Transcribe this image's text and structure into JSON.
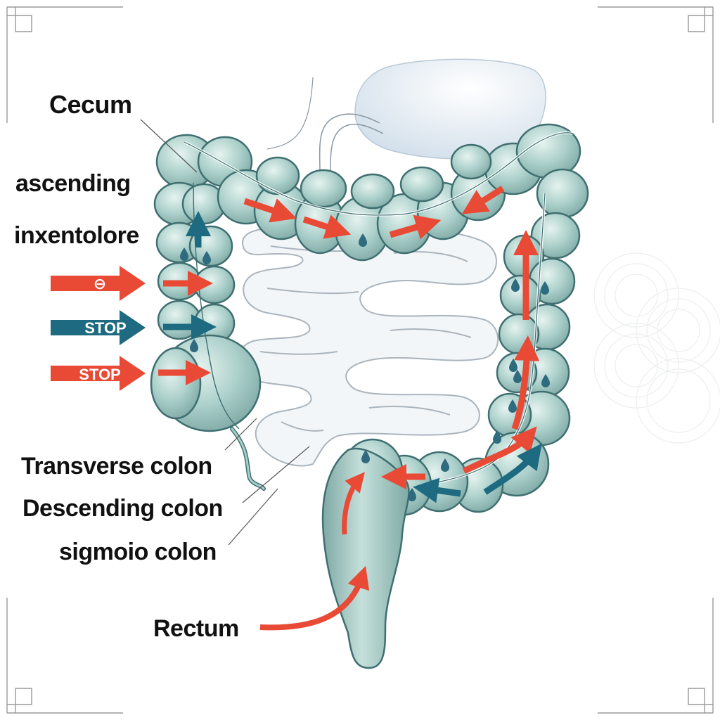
{
  "labels": {
    "cecum": "Cecum",
    "ascending": "ascending",
    "inxentolore": "inxentolore",
    "transverse": "Transverse colon",
    "descending": "Descending colon",
    "sigmoid": "sigmoio colon",
    "rectum": "Rectum"
  },
  "legend_arrows": [
    {
      "text": "⊖",
      "color": "#e84a35"
    },
    {
      "text": "STOP",
      "color": "#1e6a80"
    },
    {
      "text": "STOP",
      "color": "#e84a35"
    }
  ],
  "colors": {
    "colon_fill": "#a9cfca",
    "colon_stroke": "#3f6f71",
    "small_intestine": "#f2f5f7",
    "stomach": "#e3ecf3",
    "arrow_red": "#e84a35",
    "arrow_teal": "#1e6a80"
  }
}
